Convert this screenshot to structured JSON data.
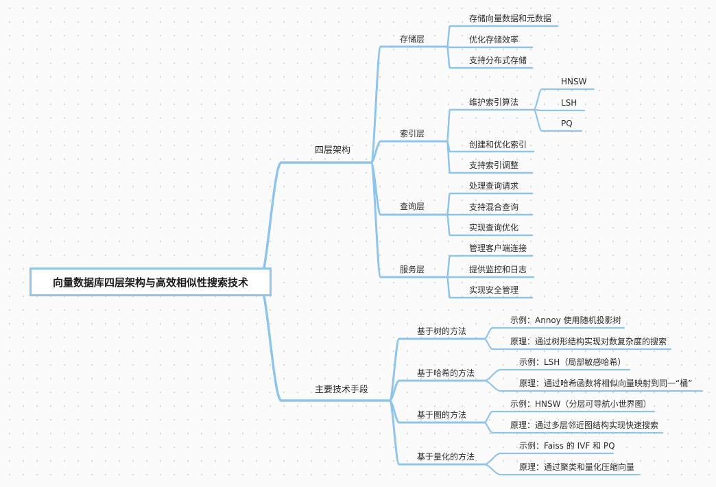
{
  "colors": {
    "connector": "#8fc5ea",
    "root_border": "#8fc5ea",
    "text": "#2b2b2b"
  },
  "mindmap": {
    "root": "向量数据库四层架构与高效相似性搜索技术",
    "branches": [
      {
        "label": "四层架构",
        "children": [
          {
            "label": "存储层",
            "children": [
              {
                "label": "存储向量数据和元数据"
              },
              {
                "label": "优化存储效率"
              },
              {
                "label": "支持分布式存储"
              }
            ]
          },
          {
            "label": "索引层",
            "children": [
              {
                "label": "维护索引算法",
                "children": [
                  {
                    "label": "HNSW"
                  },
                  {
                    "label": "LSH"
                  },
                  {
                    "label": "PQ"
                  }
                ]
              },
              {
                "label": "创建和优化索引"
              },
              {
                "label": "支持索引调整"
              }
            ]
          },
          {
            "label": "查询层",
            "children": [
              {
                "label": "处理查询请求"
              },
              {
                "label": "支持混合查询"
              },
              {
                "label": "实现查询优化"
              }
            ]
          },
          {
            "label": "服务层",
            "children": [
              {
                "label": "管理客户端连接"
              },
              {
                "label": "提供监控和日志"
              },
              {
                "label": "实现安全管理"
              }
            ]
          }
        ]
      },
      {
        "label": "主要技术手段",
        "children": [
          {
            "label": "基于树的方法",
            "children": [
              {
                "label": "示例：Annoy 使用随机投影树"
              },
              {
                "label": "原理：通过树形结构实现对数复杂度的搜索"
              }
            ]
          },
          {
            "label": "基于哈希的方法",
            "children": [
              {
                "label": "示例：LSH（局部敏感哈希）"
              },
              {
                "label": "原理：通过哈希函数将相似向量映射到同一“桶”"
              }
            ]
          },
          {
            "label": "基于图的方法",
            "children": [
              {
                "label": "示例：HNSW（分层可导航小世界图）"
              },
              {
                "label": "原理：通过多层邻近图结构实现快速搜索"
              }
            ]
          },
          {
            "label": "基于量化的方法",
            "children": [
              {
                "label": "示例：Faiss 的 IVF 和 PQ"
              },
              {
                "label": "原理：通过聚类和量化压缩向量"
              }
            ]
          }
        ]
      }
    ]
  }
}
